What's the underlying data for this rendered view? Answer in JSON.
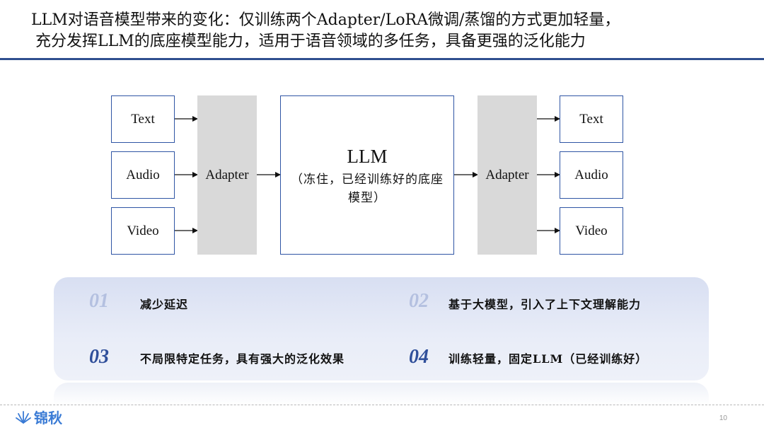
{
  "title": {
    "line1": "LLM对语音模型带来的变化：仅训练两个Adapter/LoRA微调/蒸馏的方式更加轻量，",
    "line2": "充分发挥LLM的底座模型能力，适用于语音领域的多任务，具备更强的泛化能力"
  },
  "diagram": {
    "inputs": [
      "Text",
      "Audio",
      "Video"
    ],
    "input_adapter": "Adapter",
    "llm": {
      "title": "LLM",
      "subtitle": "（冻住，已经训练好的底座模型）"
    },
    "output_adapter": "Adapter",
    "outputs": [
      "Text",
      "Audio",
      "Video"
    ]
  },
  "benefits": [
    {
      "num": "01",
      "text": "减少延迟"
    },
    {
      "num": "02",
      "text": "基于大模型，引入了上下文理解能力"
    },
    {
      "num": "03",
      "text": "不局限特定任务，具有强大的泛化效果"
    },
    {
      "num": "04",
      "text": "训练轻量，固定LLM（已经训练好）"
    }
  ],
  "logo": {
    "name": "锦秋",
    "icon": "logo-sunburst-icon"
  },
  "page_number": "10",
  "colors": {
    "accent": "#2f55a4",
    "adapter": "#d9d9d9",
    "num_light": "#b4c0e0",
    "num_dark": "#2f4f9a"
  }
}
